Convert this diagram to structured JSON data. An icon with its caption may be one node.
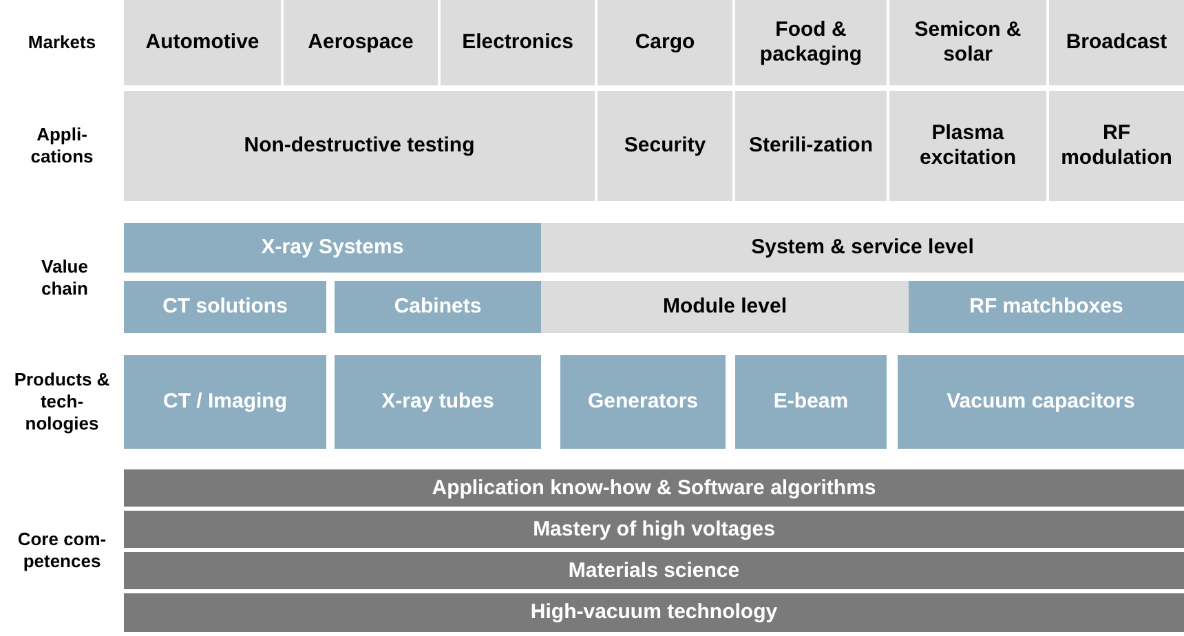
{
  "diagram": {
    "nodes": [
      {
        "text": [
          "Automotive"
        ]
      },
      {
        "text": [
          "Aerospace"
        ]
      },
      {
        "text": [
          "Electronics"
        ]
      },
      {
        "text": [
          "Cargo"
        ]
      },
      {
        "text": [
          "Food & packaging"
        ]
      },
      {
        "text": [
          "Semicon & solar"
        ]
      },
      {
        "text": [
          "Broadcast"
        ]
      },
      {
        "text": [
          "Non-destructive testing"
        ]
      },
      {
        "text": [
          "Security"
        ]
      },
      {
        "text": [
          "Sterili-zation"
        ]
      },
      {
        "text": [
          "Plasma excitation"
        ]
      },
      {
        "text": [
          "RF modulation"
        ]
      },
      {
        "text": [
          "X-ray Systems"
        ]
      },
      {
        "text": [
          "System & service level"
        ]
      },
      {
        "text": [
          "CT solutions"
        ]
      },
      {
        "text": [
          "Cabinets"
        ]
      },
      {
        "text": [
          "Module level"
        ]
      },
      {
        "text": [
          "RF matchboxes"
        ]
      },
      {
        "text": [
          "CT / Imaging"
        ]
      },
      {
        "text": [
          "X-ray tubes"
        ]
      },
      {
        "text": [
          "Generators"
        ]
      },
      {
        "text": [
          "E-beam"
        ]
      },
      {
        "text": [
          "Vacuum capacitors"
        ]
      },
      {
        "text": [
          "Application know-how & Software algorithms"
        ]
      },
      {
        "text": [
          "Mastery of high voltages"
        ]
      },
      {
        "text": [
          "Materials science"
        ]
      },
      {
        "text": [
          "High-vacuum technology"
        ]
      }
    ],
    "edges": [],
    "labels": [
      "Markets",
      "Appli-cations",
      "Value chain",
      "Products & tech-nologies",
      "Core com-petences"
    ]
  }
}
